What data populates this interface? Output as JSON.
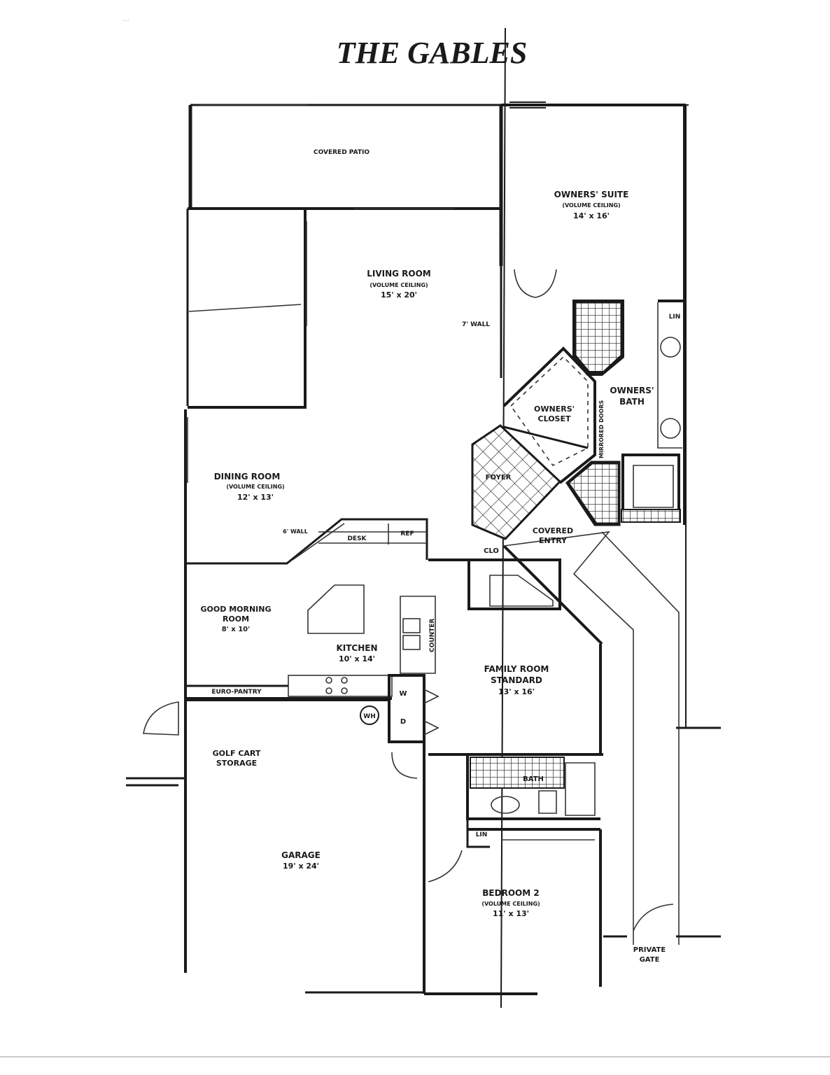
{
  "header_scribble": "…",
  "title": "THE GABLES",
  "rooms": {
    "covered_patio": "COVERED PATIO",
    "owners_suite": {
      "name": "OWNERS' SUITE",
      "note": "(VOLUME CEILING)",
      "size": "14' x 16'"
    },
    "living_room": {
      "name": "LIVING ROOM",
      "note": "(VOLUME CEILING)",
      "size": "15' x 20'"
    },
    "seven_wall": "7' WALL",
    "owners_closet": {
      "line1": "OWNERS'",
      "line2": "CLOSET"
    },
    "owners_bath": {
      "line1": "OWNERS'",
      "line2": "BATH"
    },
    "mirrored_doors": "MIRRORED DOORS",
    "lin_owner": "LIN",
    "dining_room": {
      "name": "DINING ROOM",
      "note": "(VOLUME CEILING)",
      "size": "12' x 13'"
    },
    "foyer": "FOYER",
    "six_wall": "6' WALL",
    "desk": "DESK",
    "ref": "REF",
    "covered_entry": {
      "line1": "COVERED",
      "line2": "ENTRY"
    },
    "clo": "CLO",
    "good_morning_room": {
      "line1": "GOOD MORNING",
      "line2": "ROOM",
      "size": "8' x 10'"
    },
    "kitchen": {
      "name": "KITCHEN",
      "size": "10' x 14'"
    },
    "counter": "COUNTER",
    "family_room": {
      "line1": "FAMILY ROOM",
      "line2": "STANDARD",
      "size": "13' x 16'"
    },
    "euro_pantry": "EURO-PANTRY",
    "washer": "W",
    "dryer": "D",
    "water_heater": "WH",
    "golf_cart": {
      "line1": "GOLF CART",
      "line2": "STORAGE"
    },
    "bath": "BATH",
    "lin_bed": "LIN",
    "garage": {
      "name": "GARAGE",
      "size": "19' x 24'"
    },
    "bedroom2": {
      "name": "BEDROOM 2",
      "note": "(VOLUME CEILING)",
      "size": "11' x 13'"
    },
    "private_gate": {
      "line1": "PRIVATE",
      "line2": "GATE"
    }
  }
}
